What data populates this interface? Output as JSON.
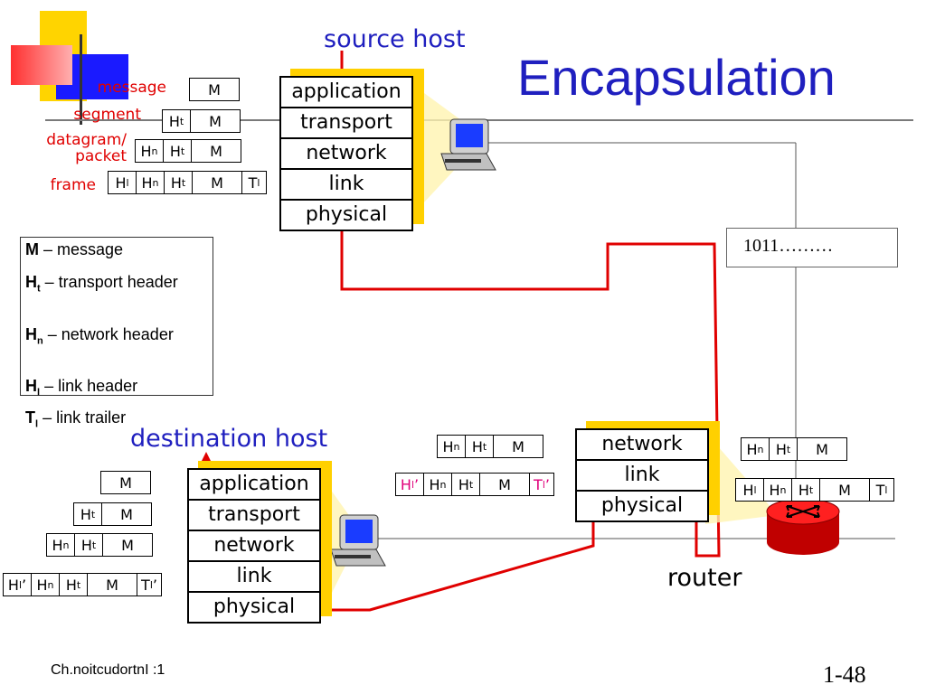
{
  "slide": {
    "title": "Encapsulation",
    "footer": "Ch.noitcudortnI :1",
    "page_number": "1-48"
  },
  "labels": {
    "source_host": "source host",
    "destination_host": "destination host",
    "router": "router",
    "bits": "1011………"
  },
  "packet_labels": [
    "message",
    "segment",
    "datagram/ packet",
    "frame"
  ],
  "stacks": {
    "source": [
      "application",
      "transport",
      "network",
      "link",
      "physical"
    ],
    "destination": [
      "application",
      "transport",
      "network",
      "link",
      "physical"
    ],
    "router": [
      "network",
      "link",
      "physical"
    ]
  },
  "header_symbols": {
    "M": "M",
    "H": "H",
    "T": "T",
    "t": "t",
    "n": "n",
    "l": "l",
    "prime": "’"
  },
  "legend": [
    {
      "sym": "M",
      "sub": "",
      "text": " – message"
    },
    {
      "sym": "H",
      "sub": "t",
      "text": " – transport header"
    },
    {
      "sym": "H",
      "sub": "n",
      "text": " – network header"
    },
    {
      "sym": "H",
      "sub": "l",
      "text": " – link header"
    },
    {
      "sym": "T",
      "sub": "l",
      "text": " – link trailer"
    }
  ],
  "colors": {
    "title": "#1f1fbf",
    "packet_labels": "#e00000",
    "path": "#e00000",
    "stack_shadow": "#ffd000",
    "modified_header": "#e0007a"
  }
}
